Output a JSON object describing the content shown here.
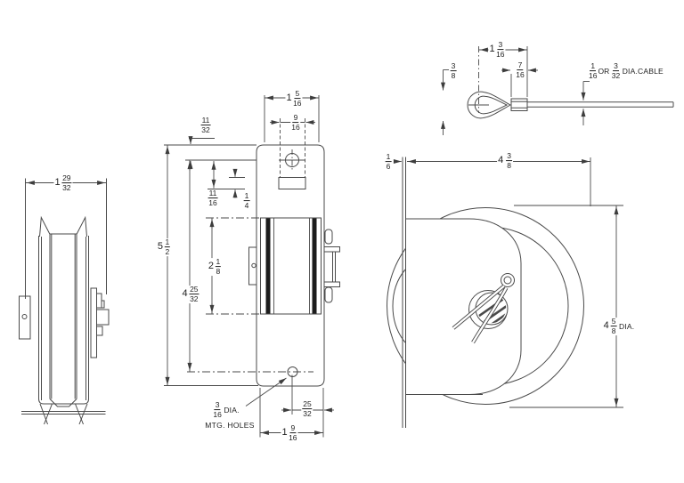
{
  "drawing": {
    "dims": {
      "left_width": {
        "whole": "1",
        "num": "29",
        "den": "32"
      },
      "plate_top_width": {
        "whole": "1",
        "num": "5",
        "den": "16"
      },
      "hole_ctr_width": {
        "num": "9",
        "den": "16"
      },
      "top_to_hole": {
        "num": "11",
        "den": "32"
      },
      "hole_to_slot": {
        "num": "11",
        "den": "16"
      },
      "slot_height": {
        "num": "1",
        "den": "4"
      },
      "overall_height": {
        "whole": "5",
        "num": "1",
        "den": "2"
      },
      "drum_height": {
        "whole": "2",
        "num": "1",
        "den": "8"
      },
      "hole_spacing": {
        "whole": "4",
        "num": "25",
        "den": "32"
      },
      "mtg_hole": {
        "num": "3",
        "den": "16",
        "suffix": "DIA.",
        "note": "MTG. HOLES"
      },
      "hole_edge_offset": {
        "num": "25",
        "den": "32"
      },
      "plate_bottom_width": {
        "whole": "1",
        "num": "9",
        "den": "16"
      },
      "eye_height": {
        "num": "3",
        "den": "8"
      },
      "eye_length": {
        "whole": "1",
        "num": "3",
        "den": "16"
      },
      "ferrule_length": {
        "num": "7",
        "den": "16"
      },
      "cable_dia": {
        "num1": "1",
        "den1": "16",
        "or": "OR",
        "num2": "3",
        "den2": "32",
        "suffix": "DIA.CABLE"
      },
      "plate_thickness": {
        "num": "1",
        "den": "6"
      },
      "reel_width": {
        "whole": "4",
        "num": "3",
        "den": "8"
      },
      "reel_dia": {
        "whole": "4",
        "num": "5",
        "den": "8",
        "suffix": "DIA."
      }
    },
    "line_color": "#484848",
    "text_color": "#1f1f1f"
  }
}
